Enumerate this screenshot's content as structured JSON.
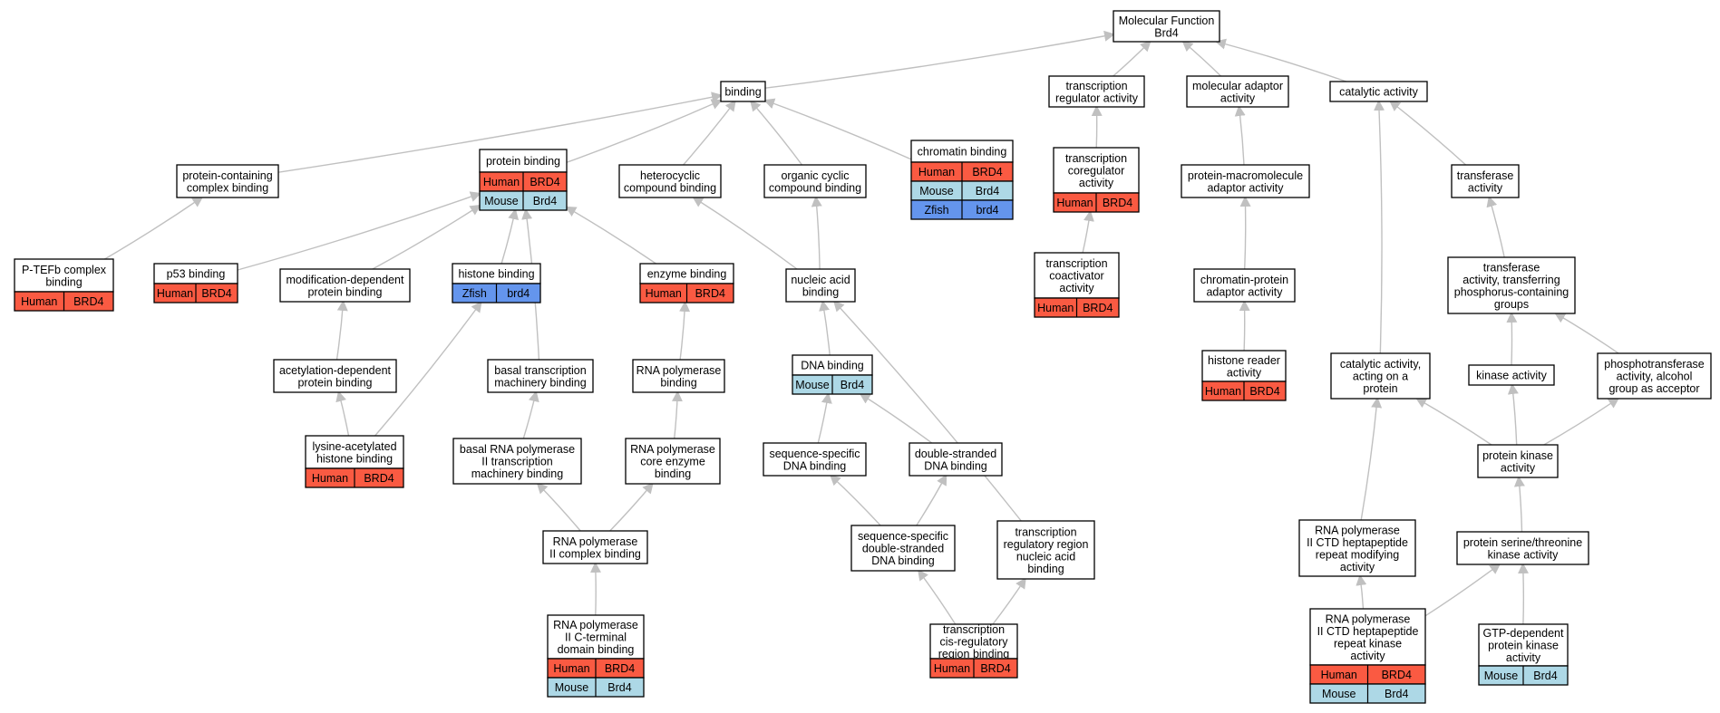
{
  "diagram": {
    "colors": {
      "Human": "#fa5a42",
      "Mouse": "#add8e6",
      "Zfish": "#6495ed",
      "edge": "#c0c0c0"
    },
    "nodes": [
      {
        "id": "mf",
        "lines": [
          "Molecular Function",
          "Brd4"
        ],
        "annotations": []
      },
      {
        "id": "binding",
        "lines": [
          "binding"
        ],
        "annotations": []
      },
      {
        "id": "tra",
        "lines": [
          "transcription",
          "regulator activity"
        ],
        "annotations": []
      },
      {
        "id": "maa",
        "lines": [
          "molecular adaptor",
          "activity"
        ],
        "annotations": []
      },
      {
        "id": "cat",
        "lines": [
          "catalytic activity"
        ],
        "annotations": []
      },
      {
        "id": "pcb",
        "lines": [
          "protein-containing",
          "complex binding"
        ],
        "annotations": []
      },
      {
        "id": "pb",
        "lines": [
          "protein binding"
        ],
        "annotations": [
          [
            "Human",
            "BRD4"
          ],
          [
            "Mouse",
            "Brd4"
          ]
        ]
      },
      {
        "id": "hcb",
        "lines": [
          "heterocyclic",
          "compound binding"
        ],
        "annotations": []
      },
      {
        "id": "ocb",
        "lines": [
          "organic cyclic",
          "compound binding"
        ],
        "annotations": []
      },
      {
        "id": "cb",
        "lines": [
          "chromatin binding"
        ],
        "annotations": [
          [
            "Human",
            "BRD4"
          ],
          [
            "Mouse",
            "Brd4"
          ],
          [
            "Zfish",
            "brd4"
          ]
        ]
      },
      {
        "id": "tca",
        "lines": [
          "transcription",
          "coregulator",
          "activity"
        ],
        "annotations": [
          [
            "Human",
            "BRD4"
          ]
        ]
      },
      {
        "id": "pmaa",
        "lines": [
          "protein-macromolecule",
          "adaptor activity"
        ],
        "annotations": []
      },
      {
        "id": "tfa",
        "lines": [
          "transferase",
          "activity"
        ],
        "annotations": []
      },
      {
        "id": "ptefb",
        "lines": [
          "P-TEFb complex",
          "binding"
        ],
        "annotations": [
          [
            "Human",
            "BRD4"
          ]
        ]
      },
      {
        "id": "p53",
        "lines": [
          "p53 binding"
        ],
        "annotations": [
          [
            "Human",
            "BRD4"
          ]
        ]
      },
      {
        "id": "mdpb",
        "lines": [
          "modification-dependent",
          "protein binding"
        ],
        "annotations": []
      },
      {
        "id": "hb",
        "lines": [
          "histone binding"
        ],
        "annotations": [
          [
            "Zfish",
            "brd4"
          ]
        ]
      },
      {
        "id": "eb",
        "lines": [
          "enzyme binding"
        ],
        "annotations": [
          [
            "Human",
            "BRD4"
          ]
        ]
      },
      {
        "id": "nab",
        "lines": [
          "nucleic acid",
          "binding"
        ],
        "annotations": []
      },
      {
        "id": "tcoa",
        "lines": [
          "transcription",
          "coactivator",
          "activity"
        ],
        "annotations": [
          [
            "Human",
            "BRD4"
          ]
        ]
      },
      {
        "id": "cpaa",
        "lines": [
          "chromatin-protein",
          "adaptor activity"
        ],
        "annotations": []
      },
      {
        "id": "tfp",
        "lines": [
          "transferase",
          "activity, transferring",
          "phosphorus-containing",
          "groups"
        ],
        "annotations": []
      },
      {
        "id": "adpb",
        "lines": [
          "acetylation-dependent",
          "protein binding"
        ],
        "annotations": []
      },
      {
        "id": "btmb",
        "lines": [
          "basal transcription",
          "machinery binding"
        ],
        "annotations": []
      },
      {
        "id": "rnapb",
        "lines": [
          "RNA polymerase",
          "binding"
        ],
        "annotations": []
      },
      {
        "id": "dnab",
        "lines": [
          "DNA binding"
        ],
        "annotations": [
          [
            "Mouse",
            "Brd4"
          ]
        ]
      },
      {
        "id": "hra",
        "lines": [
          "histone reader",
          "activity"
        ],
        "annotations": [
          [
            "Human",
            "BRD4"
          ]
        ]
      },
      {
        "id": "caap",
        "lines": [
          "catalytic activity,",
          "acting on a",
          "protein"
        ],
        "annotations": []
      },
      {
        "id": "ka",
        "lines": [
          "kinase activity"
        ],
        "annotations": []
      },
      {
        "id": "ptaa",
        "lines": [
          "phosphotransferase",
          "activity, alcohol",
          "group as acceptor"
        ],
        "annotations": []
      },
      {
        "id": "lahb",
        "lines": [
          "lysine-acetylated",
          "histone binding"
        ],
        "annotations": [
          [
            "Human",
            "BRD4"
          ]
        ]
      },
      {
        "id": "brnap",
        "lines": [
          "basal RNA polymerase",
          "II transcription",
          "machinery binding"
        ],
        "annotations": []
      },
      {
        "id": "rnapce",
        "lines": [
          "RNA polymerase",
          "core enzyme",
          "binding"
        ],
        "annotations": []
      },
      {
        "id": "ssdna",
        "lines": [
          "sequence-specific",
          "DNA binding"
        ],
        "annotations": []
      },
      {
        "id": "dsdna",
        "lines": [
          "double-stranded",
          "DNA binding"
        ],
        "annotations": []
      },
      {
        "id": "pka",
        "lines": [
          "protein kinase",
          "activity"
        ],
        "annotations": []
      },
      {
        "id": "rnap2cb",
        "lines": [
          "RNA polymerase",
          "II complex binding"
        ],
        "annotations": []
      },
      {
        "id": "ssdsdna",
        "lines": [
          "sequence-specific",
          "double-stranded",
          "DNA binding"
        ],
        "annotations": []
      },
      {
        "id": "trrnab",
        "lines": [
          "transcription",
          "regulatory region",
          "nucleic acid",
          "binding"
        ],
        "annotations": []
      },
      {
        "id": "rnapctdm",
        "lines": [
          "RNA polymerase",
          "II CTD heptapeptide",
          "repeat modifying",
          "activity"
        ],
        "annotations": []
      },
      {
        "id": "pstka",
        "lines": [
          "protein serine/threonine",
          "kinase activity"
        ],
        "annotations": []
      },
      {
        "id": "rnapctdb",
        "lines": [
          "RNA polymerase",
          "II C-terminal",
          "domain binding"
        ],
        "annotations": [
          [
            "Human",
            "BRD4"
          ],
          [
            "Mouse",
            "Brd4"
          ]
        ]
      },
      {
        "id": "tcrrb",
        "lines": [
          "transcription",
          "cis-regulatory",
          "region binding"
        ],
        "annotations": [
          [
            "Human",
            "BRD4"
          ]
        ]
      },
      {
        "id": "rnapctdk",
        "lines": [
          "RNA polymerase",
          "II CTD heptapeptide",
          "repeat kinase",
          "activity"
        ],
        "annotations": [
          [
            "Human",
            "BRD4"
          ],
          [
            "Mouse",
            "Brd4"
          ]
        ]
      },
      {
        "id": "gtppka",
        "lines": [
          "GTP-dependent",
          "protein kinase",
          "activity"
        ],
        "annotations": [
          [
            "Mouse",
            "Brd4"
          ]
        ]
      }
    ],
    "edges": [
      [
        "binding",
        "mf"
      ],
      [
        "tra",
        "mf"
      ],
      [
        "maa",
        "mf"
      ],
      [
        "cat",
        "mf"
      ],
      [
        "pcb",
        "binding"
      ],
      [
        "pb",
        "binding"
      ],
      [
        "hcb",
        "binding"
      ],
      [
        "ocb",
        "binding"
      ],
      [
        "cb",
        "binding"
      ],
      [
        "tca",
        "tra"
      ],
      [
        "pmaa",
        "maa"
      ],
      [
        "tfa",
        "cat"
      ],
      [
        "caap",
        "cat"
      ],
      [
        "ptefb",
        "pcb"
      ],
      [
        "p53",
        "pb"
      ],
      [
        "mdpb",
        "pb"
      ],
      [
        "hb",
        "pb"
      ],
      [
        "eb",
        "pb"
      ],
      [
        "btmb",
        "pb"
      ],
      [
        "nab",
        "hcb"
      ],
      [
        "nab",
        "ocb"
      ],
      [
        "tcoa",
        "tca"
      ],
      [
        "cpaa",
        "pmaa"
      ],
      [
        "tfp",
        "tfa"
      ],
      [
        "adpb",
        "mdpb"
      ],
      [
        "lahb",
        "adpb"
      ],
      [
        "lahb",
        "hb"
      ],
      [
        "rnapb",
        "eb"
      ],
      [
        "dnab",
        "nab"
      ],
      [
        "trrnab",
        "nab"
      ],
      [
        "hra",
        "cpaa"
      ],
      [
        "ka",
        "tfp"
      ],
      [
        "ptaa",
        "tfp"
      ],
      [
        "brnap",
        "btmb"
      ],
      [
        "rnapce",
        "rnapb"
      ],
      [
        "ssdna",
        "dnab"
      ],
      [
        "dsdna",
        "dnab"
      ],
      [
        "pka",
        "caap"
      ],
      [
        "pka",
        "ka"
      ],
      [
        "pka",
        "ptaa"
      ],
      [
        "rnap2cb",
        "brnap"
      ],
      [
        "rnap2cb",
        "rnapce"
      ],
      [
        "ssdsdna",
        "ssdna"
      ],
      [
        "ssdsdna",
        "dsdna"
      ],
      [
        "rnapctdm",
        "caap"
      ],
      [
        "pstka",
        "pka"
      ],
      [
        "rnapctdb",
        "rnap2cb"
      ],
      [
        "tcrrb",
        "ssdsdna"
      ],
      [
        "tcrrb",
        "trrnab"
      ],
      [
        "rnapctdk",
        "rnapctdm"
      ],
      [
        "rnapctdk",
        "pstka"
      ],
      [
        "gtppka",
        "pstka"
      ]
    ]
  }
}
